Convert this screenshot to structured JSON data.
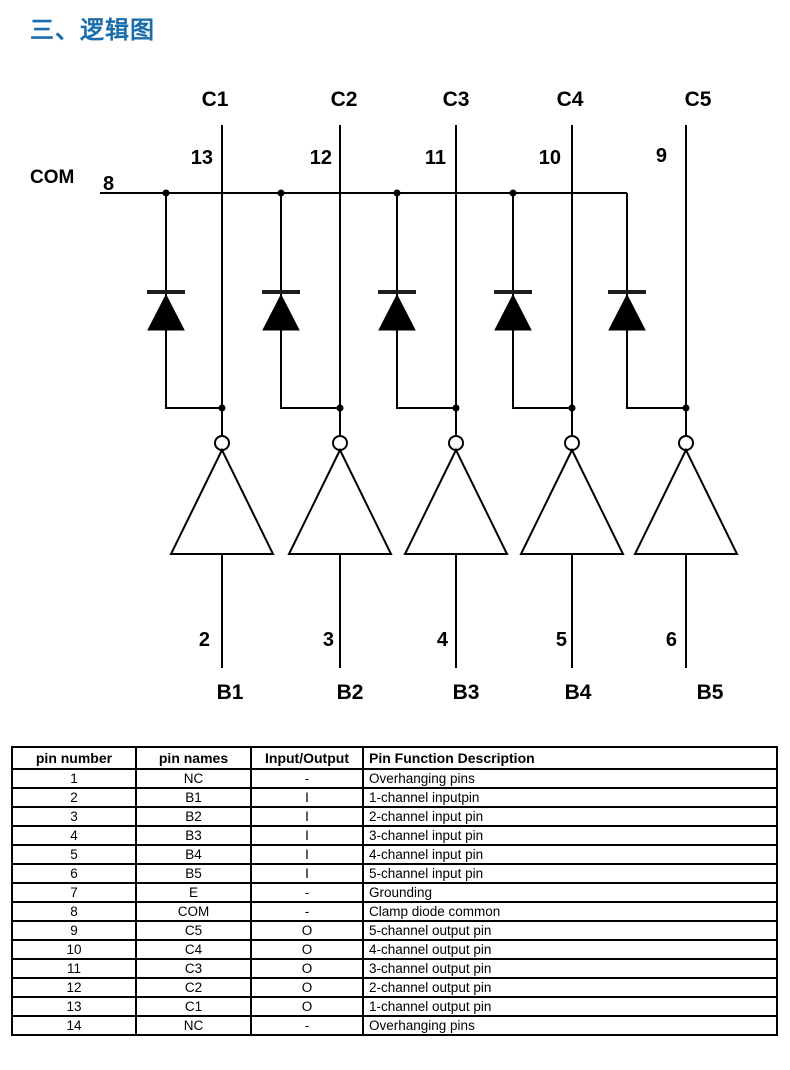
{
  "page": {
    "title": "三、逻辑图",
    "accent_color": "#1a6dad"
  },
  "circuit": {
    "com_label": "COM",
    "com_pin": "8",
    "channels": [
      {
        "collector": "C1",
        "collector_pin": "13",
        "base": "B1",
        "base_pin": "2"
      },
      {
        "collector": "C2",
        "collector_pin": "12",
        "base": "B2",
        "base_pin": "3"
      },
      {
        "collector": "C3",
        "collector_pin": "11",
        "base": "B3",
        "base_pin": "4"
      },
      {
        "collector": "C4",
        "collector_pin": "10",
        "base": "B4",
        "base_pin": "5"
      },
      {
        "collector": "C5",
        "collector_pin": "9",
        "base": "B5",
        "base_pin": "6"
      }
    ]
  },
  "table": {
    "columns": [
      "pin number",
      "pin names",
      "Input/Output",
      "Pin Function Description"
    ],
    "rows": [
      [
        "1",
        "NC",
        "-",
        "Overhanging pins"
      ],
      [
        "2",
        "B1",
        "I",
        "1-channel inputpin"
      ],
      [
        "3",
        "B2",
        "I",
        "2-channel input pin"
      ],
      [
        "4",
        "B3",
        "I",
        "3-channel input pin"
      ],
      [
        "5",
        "B4",
        "I",
        "4-channel input pin"
      ],
      [
        "6",
        "B5",
        "I",
        "5-channel input pin"
      ],
      [
        "7",
        "E",
        "-",
        "Grounding"
      ],
      [
        "8",
        "COM",
        "-",
        "Clamp diode common"
      ],
      [
        "9",
        "C5",
        "O",
        "5-channel output pin"
      ],
      [
        "10",
        "C4",
        "O",
        "4-channel output pin"
      ],
      [
        "11",
        "C3",
        "O",
        "3-channel output pin"
      ],
      [
        "12",
        "C2",
        "O",
        "2-channel output pin"
      ],
      [
        "13",
        "C1",
        "O",
        "1-channel output pin"
      ],
      [
        "14",
        "NC",
        "-",
        "Overhanging pins"
      ]
    ]
  }
}
